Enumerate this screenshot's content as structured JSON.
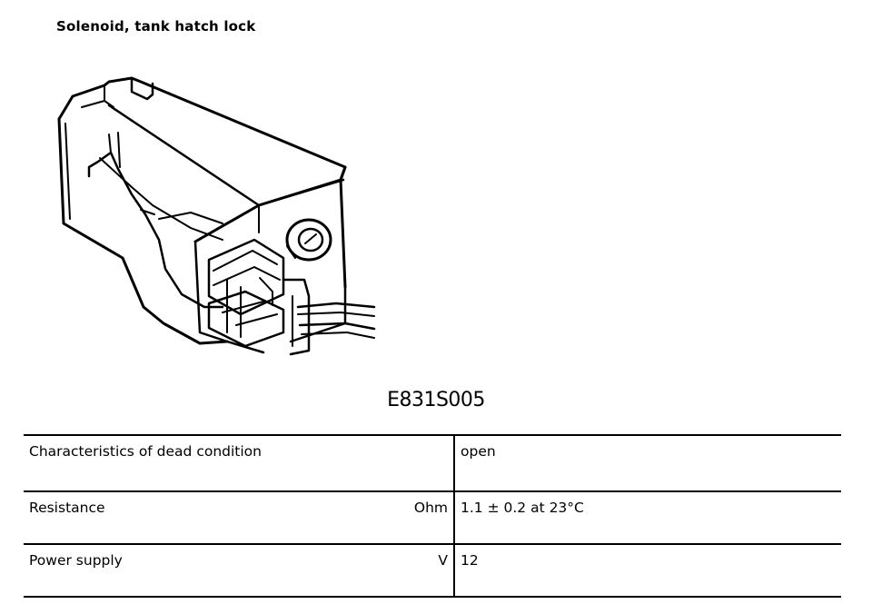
{
  "title": "Solenoid, tank hatch lock",
  "figure": {
    "code": "E831S005",
    "illustration": "solenoid-drawing"
  },
  "table": {
    "rows": [
      {
        "parameter": "Characteristics of dead condition",
        "unit": "",
        "value": "open"
      },
      {
        "parameter": "Resistance",
        "unit": "Ohm",
        "value": "1.1 ± 0.2 at 23°C"
      },
      {
        "parameter": "Power supply",
        "unit": "V",
        "value": "12"
      }
    ]
  }
}
